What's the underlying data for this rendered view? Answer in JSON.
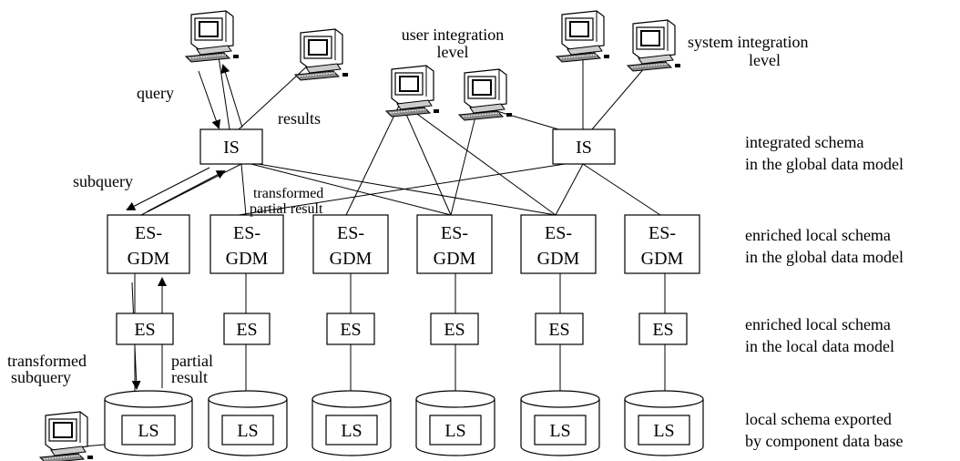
{
  "labels": {
    "user_level": [
      "user integration",
      "level"
    ],
    "system_level": [
      "system integration",
      "level"
    ],
    "query": "query",
    "results": "results",
    "subquery": "subquery",
    "transformed_partial_result": [
      "transformed",
      "partial result"
    ],
    "transformed_subquery": [
      "transformed",
      "subquery"
    ],
    "partial_result": [
      "partial",
      "result"
    ]
  },
  "nodes": {
    "is": "IS",
    "es_gdm": [
      "ES-",
      "GDM"
    ],
    "es": "ES",
    "ls": "LS"
  },
  "levels": {
    "integrated": [
      "integrated schema",
      "in the global data model"
    ],
    "es_gdm": [
      "enriched local schema",
      "in the global data model"
    ],
    "es": [
      "enriched local schema",
      "in the local data model"
    ],
    "ls": [
      "local schema exported",
      "by component data base"
    ]
  }
}
